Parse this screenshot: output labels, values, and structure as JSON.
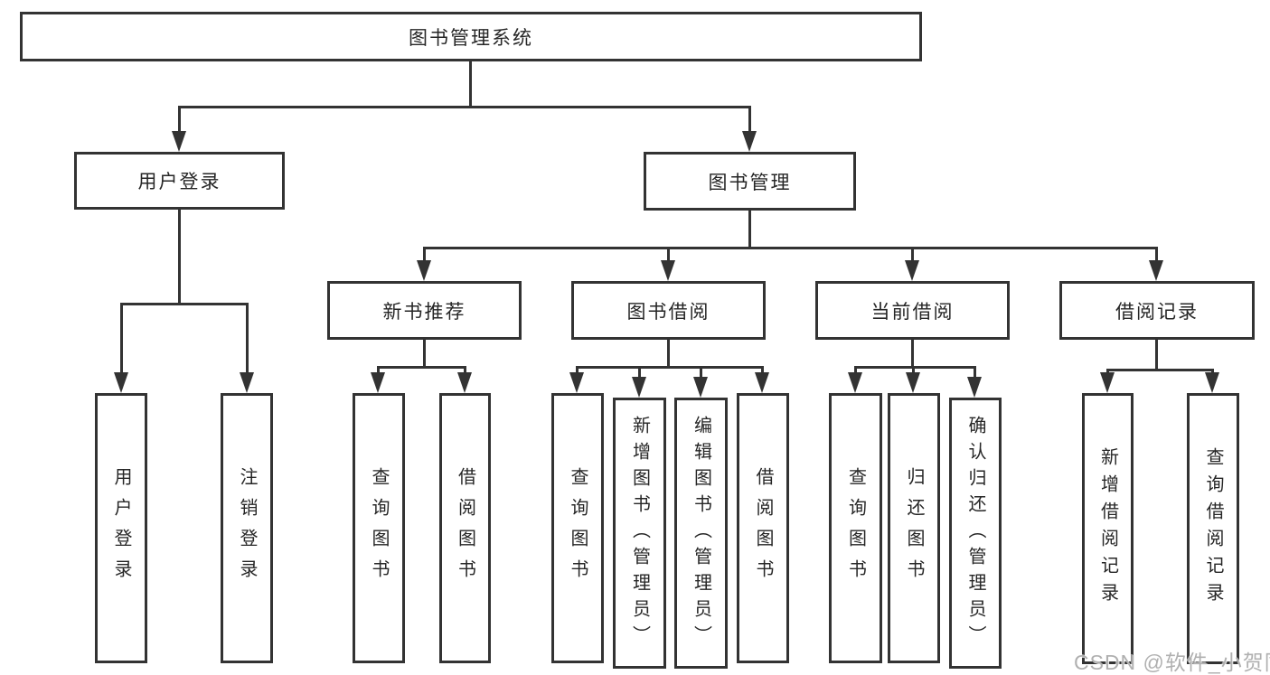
{
  "diagram_title": "图书管理系统",
  "watermark": "CSDN @软件_小贺同学",
  "colors": {
    "line": "#333333",
    "box_background": "#ffffff",
    "text": "#262626",
    "watermark": "#b0b0b0"
  },
  "tree": {
    "label": "图书管理系统",
    "children": [
      {
        "label": "用户登录",
        "children": [
          {
            "label": "用户登录"
          },
          {
            "label": "注销登录"
          }
        ]
      },
      {
        "label": "图书管理",
        "children": [
          {
            "label": "新书推荐",
            "children": [
              {
                "label": "查询图书"
              },
              {
                "label": "借阅图书"
              }
            ]
          },
          {
            "label": "图书借阅",
            "children": [
              {
                "label": "查询图书"
              },
              {
                "label": "新增图书（管理员）"
              },
              {
                "label": "编辑图书（管理员）"
              },
              {
                "label": "借阅图书"
              }
            ]
          },
          {
            "label": "当前借阅",
            "children": [
              {
                "label": "查询图书"
              },
              {
                "label": "归还图书"
              },
              {
                "label": "确认归还（管理员）"
              }
            ]
          },
          {
            "label": "借阅记录",
            "children": [
              {
                "label": "新增借阅记录"
              },
              {
                "label": "查询借阅记录"
              }
            ]
          }
        ]
      }
    ]
  }
}
